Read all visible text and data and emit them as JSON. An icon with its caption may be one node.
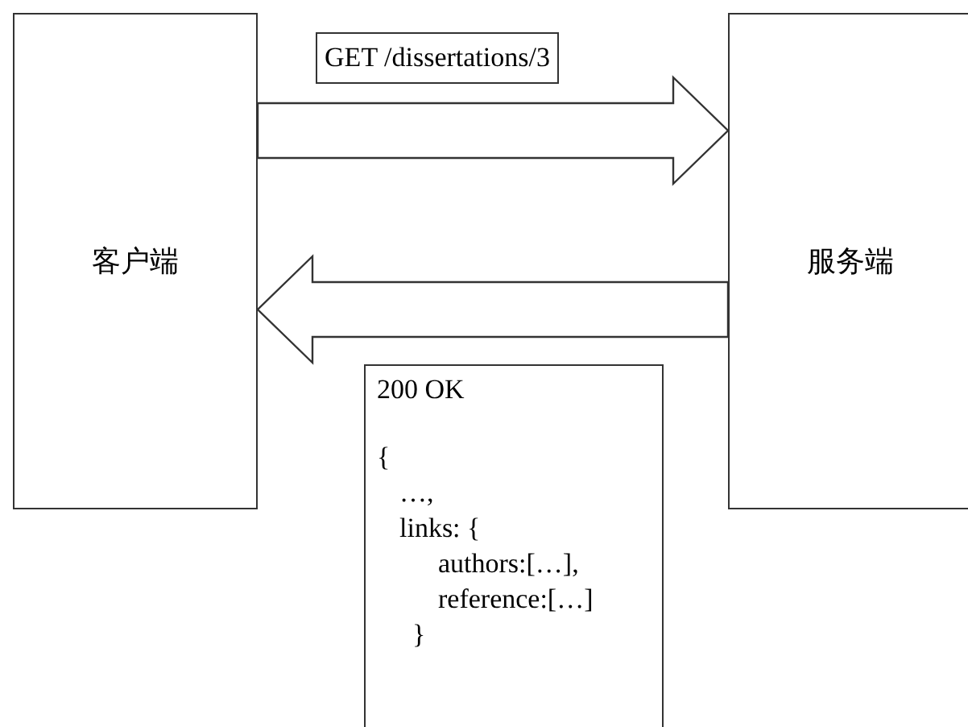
{
  "diagram": {
    "nodes": [
      {
        "text": [
          "客户端"
        ]
      },
      {
        "text": [
          "服务端"
        ]
      },
      {
        "text": [
          "GET /dissertations/3"
        ]
      },
      {
        "text": [
          "200 OK",
          "{",
          "…,",
          "links: {",
          "authors:[…],",
          "reference:[…]",
          "}"
        ]
      }
    ],
    "edges": [
      {
        "from": 0,
        "to": 1,
        "arrow": "to"
      },
      {
        "from": 1,
        "to": 0,
        "arrow": "to"
      }
    ]
  }
}
